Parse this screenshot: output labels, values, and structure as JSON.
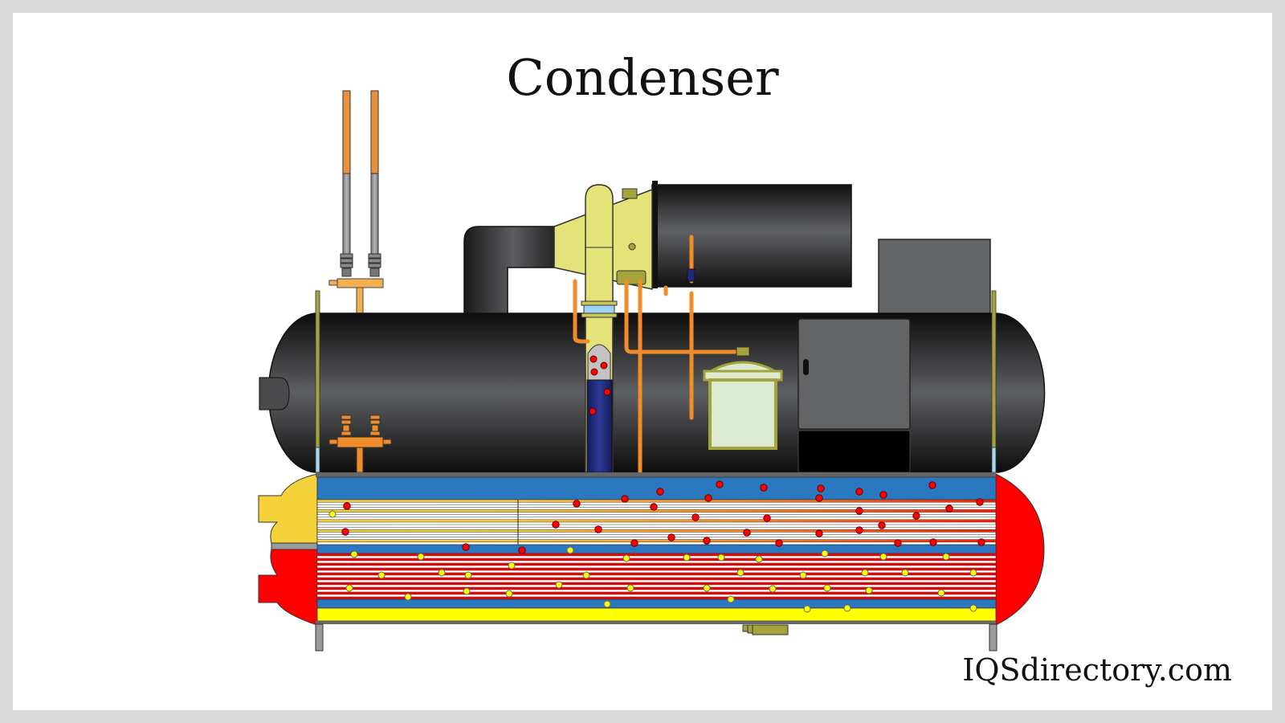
{
  "title": "Condenser",
  "brand": "IQSdirectory.com",
  "diagram": {
    "components": [
      "relief-valves",
      "compressor-discharge-elbow",
      "compressor-volute",
      "motor-housing",
      "control-panel",
      "starter-box",
      "condenser-shell",
      "sight-glass-column",
      "oil-filter-canister",
      "service-valves",
      "water-box-inlet",
      "water-box-outlet",
      "tube-bundle",
      "return-head"
    ],
    "colors": {
      "shell_dark": "#1a1a1a",
      "shell_mid": "#5c5d60",
      "accent_yellow_green": "#e3e37a",
      "copper": "#f08c2a",
      "water_blue": "#2a78bf",
      "hot_red": "#ff0000",
      "cool_yellow": "#f6d23a",
      "bright_yellow": "#ffff00",
      "panel_gray": "#636466",
      "navy": "#1f2a7a",
      "filter_green": "#dbead0",
      "olive": "#a5a33c"
    }
  }
}
